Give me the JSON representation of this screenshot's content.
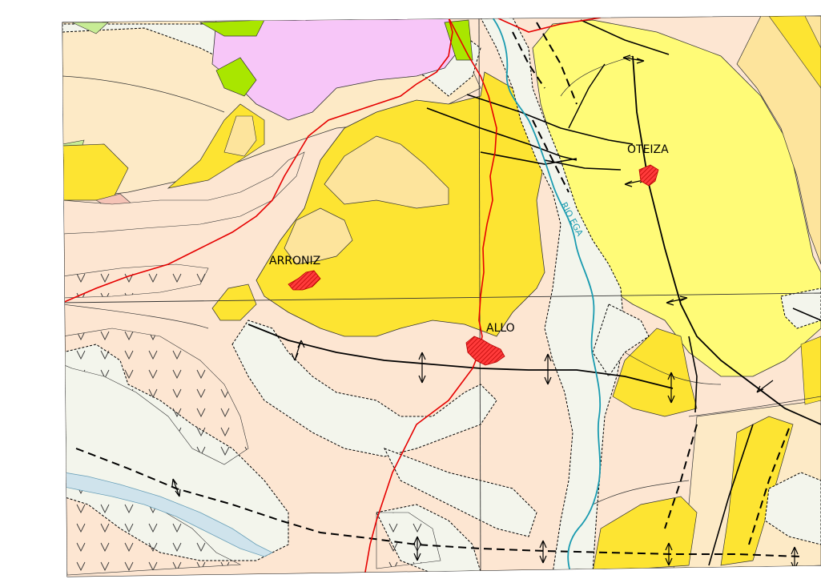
{
  "map": {
    "towns": [
      {
        "name": "OTEIZA"
      },
      {
        "name": "ARRONIZ"
      },
      {
        "name": "ALLO"
      }
    ],
    "river": {
      "name": "RIO EGA"
    }
  },
  "colors": {
    "quaternary": "#f3f5ec",
    "clay": "#fde6d2",
    "sand": "#fdeac6",
    "yellow_light": "#fffb77",
    "yellow_mid": "#fde432",
    "yellow_pale": "#fde49c",
    "magenta": "#f7c6f8",
    "green": "#a9e600",
    "pink": "#f5c3b6",
    "town": "#ff3b3b",
    "road": "#e60000",
    "river": "#1a9bb0",
    "lake": "#cfe3ec"
  }
}
